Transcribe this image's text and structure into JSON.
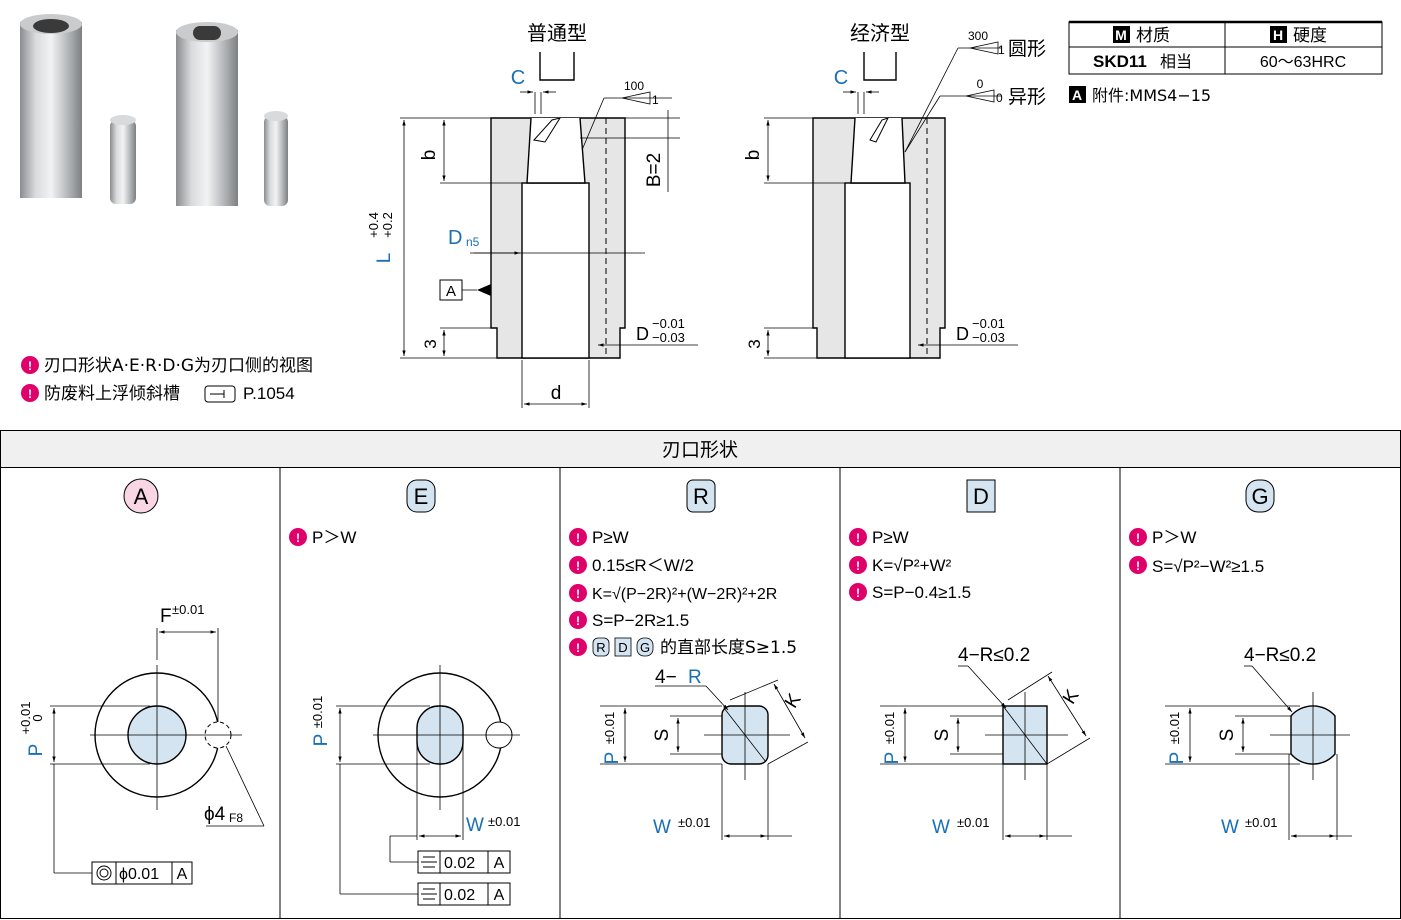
{
  "top": {
    "type_normal": "普通型",
    "type_economy": "经济型",
    "label_C": "C",
    "label_b": "b",
    "label_B2": "B=2",
    "label_L": "L",
    "L_tol_upper": "+0.4",
    "L_tol_lower": "+0.2",
    "label_Dn5_main": "D",
    "label_Dn5_sub": "n5",
    "label_A_box": "A",
    "label_3": "3",
    "label_D": "D",
    "D_tol_upper": "−0.01",
    "D_tol_lower": "−0.03",
    "label_d": "d",
    "taper_100": "100",
    "taper_1": "1",
    "taper_300": "300",
    "round_label": "圆形",
    "taper_0": "0",
    "odd_label": "异形"
  },
  "material_table": {
    "header_material_icon": "M",
    "header_material": "材质",
    "header_hardness_icon": "H",
    "header_hardness": "硬度",
    "material_main": "SKD11",
    "material_suffix": "相当",
    "hardness_value": "60～63HRC",
    "accessory_icon": "A",
    "accessory": "附件:MMS4−15"
  },
  "notes": [
    "刃口形状A·E·R·D·G为刃口侧的视图",
    "防废料上浮倾斜槽"
  ],
  "notes_ref": "P.1054",
  "section_title": "刃口形状",
  "shapes": [
    {
      "letter": "A",
      "color": "#f9d6e3"
    },
    {
      "letter": "E",
      "color": "#d4e4f1"
    },
    {
      "letter": "R",
      "color": "#d4e4f1"
    },
    {
      "letter": "D",
      "color": "#d4e4f1"
    },
    {
      "letter": "G",
      "color": "#d4e4f1"
    }
  ],
  "shape_A": {
    "F": "F",
    "F_tol": "±0.01",
    "P": "P",
    "P_tol_upper": "+0.01",
    "P_tol_lower": "0",
    "phi4": "ϕ4",
    "phi4_sub": "F8",
    "tol_value": "ϕ0.01",
    "tol_ref": "A"
  },
  "shape_E": {
    "cond": "P＞W",
    "P": "P",
    "P_tol": "±0.01",
    "W": "W",
    "W_tol": "±0.01",
    "tol_value": "0.02",
    "tol_ref": "A"
  },
  "shape_R": {
    "conds": [
      "P≥W",
      "0.15≤R＜W/2",
      "K=√(P−2R)²+(W−2R)²+2R",
      "S=P−2R≥1.5"
    ],
    "cond5_letters": [
      "R",
      "D",
      "G"
    ],
    "cond5_text": "的直部长度S≥1.5",
    "label_4R_prefix": "4−",
    "label_4R_R": "R",
    "K": "K",
    "P": "P",
    "P_tol": "±0.01",
    "S": "S",
    "W": "W",
    "W_tol": "±0.01"
  },
  "shape_D": {
    "conds": [
      "P≥W",
      "K=√P²+W²",
      "S=P−0.4≥1.5"
    ],
    "label_4R": "4−R≤0.2",
    "K": "K",
    "P": "P",
    "P_tol": "±0.01",
    "S": "S",
    "W": "W",
    "W_tol": "±0.01"
  },
  "shape_G": {
    "conds": [
      "P＞W",
      "S=√P²−W²≥1.5"
    ],
    "label_4R": "4−R≤0.2",
    "P": "P",
    "P_tol": "±0.01",
    "S": "S",
    "W": "W",
    "W_tol": "±0.01"
  },
  "colors": {
    "blue_label": "#1a6fb5",
    "pink_bullet": "#e0006a",
    "body_fill": "#e6e6e6",
    "shape_fill": "#d4e4f1"
  }
}
